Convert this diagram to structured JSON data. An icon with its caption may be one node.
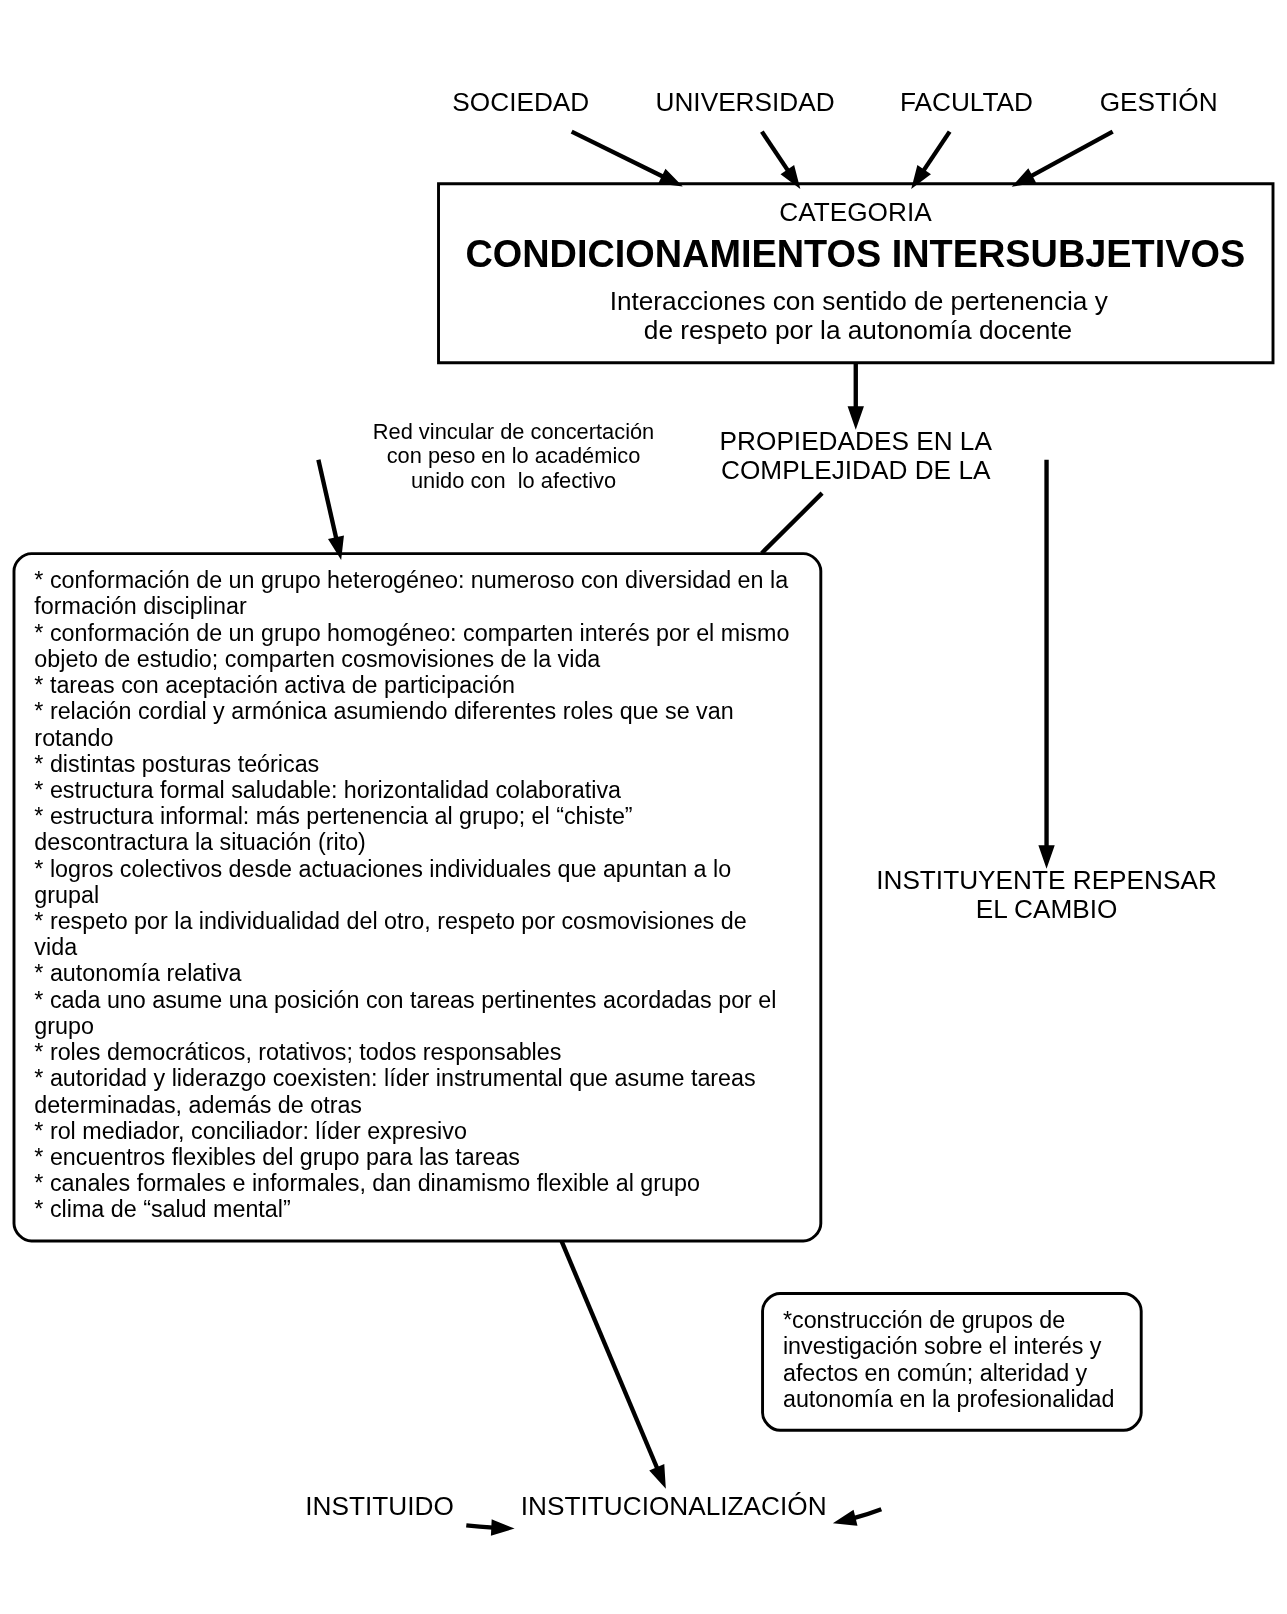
{
  "diagram": {
    "nodes": [
      {
        "text": [
          "SOCIEDAD"
        ]
      },
      {
        "text": [
          "UNIVERSIDAD"
        ]
      },
      {
        "text": [
          "FACULTAD"
        ]
      },
      {
        "text": [
          "GESTIÓN"
        ]
      },
      {
        "text": [
          "CATEGORIA",
          "CONDICIONAMIENTOS INTERSUBJETIVOS",
          "Interacciones con sentido de pertenencia y de respeto por la autonomía docente"
        ]
      },
      {
        "text": [
          "PROPIEDADES EN LA COMPLEJIDAD DE LA"
        ]
      },
      {
        "text": [
          "* conformación de un grupo heterogéneo: numeroso con diversidad en la formación disciplinar",
          "* conformación de un grupo homogéneo: comparten interés por el mismo objeto de estudio; comparten cosmovisiones de la vida",
          "* tareas con aceptación activa de participación",
          "* relación cordial y armónica asumiendo diferentes roles que se van rotando",
          "* distintas posturas teóricas",
          "* estructura formal saludable: horizontalidad colaborativa",
          "* estructura informal: más pertenencia al grupo; el “chiste” descontractura la situación (rito)",
          "* logros colectivos desde actuaciones individuales que apuntan a lo grupal",
          "* respeto por la individualidad del otro, respeto por cosmovisiones de vida",
          "* autonomía relativa",
          "* cada uno asume una posición con tareas pertinentes acordadas por el grupo",
          "* roles democráticos, rotativos; todos responsables",
          "* autoridad y liderazgo coexisten: líder instrumental que asume tareas determinadas, además de otras",
          "* rol mediador, conciliador: líder expresivo",
          "* encuentros flexibles del grupo para las tareas",
          "* canales formales e informales, dan dinamismo flexible al grupo",
          "* clima de “salud mental”"
        ]
      },
      {
        "text": [
          "INSTITUYENTE REPENSAR EL CAMBIO"
        ]
      },
      {
        "text": [
          "*construcción de grupos de investigación sobre el interés y afectos en común; alteridad y autonomía en la profesionalidad"
        ]
      },
      {
        "text": [
          "INSTITUIDO"
        ]
      },
      {
        "text": [
          "INSTITUCIONALIZACIÓN"
        ]
      }
    ],
    "edges": [
      {
        "from": 0,
        "to": 4,
        "arrow": "to"
      },
      {
        "from": 1,
        "to": 4,
        "arrow": "to"
      },
      {
        "from": 2,
        "to": 4,
        "arrow": "to"
      },
      {
        "from": 3,
        "to": 4,
        "arrow": "to"
      },
      {
        "from": 4,
        "to": 5,
        "arrow": "to"
      },
      {
        "from": 5,
        "to": 6,
        "arrow": "none"
      },
      {
        "from": null,
        "to": 6,
        "arrow": "to"
      },
      {
        "from": null,
        "to": 7,
        "arrow": "to"
      },
      {
        "from": 6,
        "to": 10,
        "arrow": "to"
      },
      {
        "from": null,
        "to": 10,
        "arrow": "to"
      },
      {
        "from": 9,
        "to": 10,
        "arrow": "to"
      }
    ],
    "labels": [
      "Red vincular de concertación con peso en lo académico unido con  lo afectivo"
    ]
  }
}
